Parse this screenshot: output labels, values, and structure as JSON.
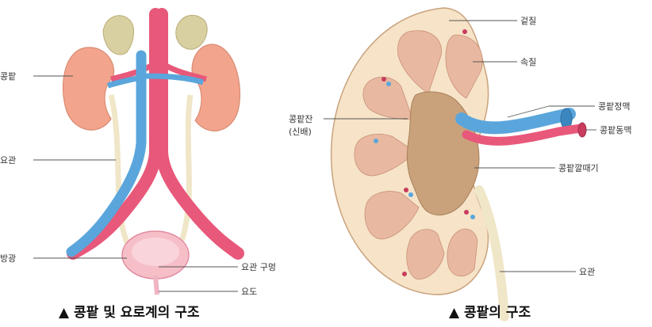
{
  "left_figure": {
    "labels": {
      "kidney": "콩팥",
      "ureter": "요관",
      "bladder": "방광",
      "ureteral_orifice": "요관 구멍",
      "urethra": "요도"
    },
    "caption": "▲ 콩팥 및 요로계의 구조"
  },
  "right_figure": {
    "labels": {
      "cortex": "겉질",
      "medulla": "속질",
      "renal_pelvis_line1": "콩팥잔",
      "renal_pelvis_line2": "(신배)",
      "renal_vein": "콩팥정맥",
      "renal_artery": "콩팥동맥",
      "renal_pelvis_funnel": "콩팥깔때기",
      "ureter": "요관"
    },
    "caption": "▲ 콩팥의 구조"
  },
  "colors": {
    "artery": "#e8587a",
    "vein": "#5aa6dc",
    "kidney": "#f2a58c",
    "adrenal": "#d8d0a0",
    "ureter": "#f0e6c8",
    "cortex": "#f6e3c8",
    "pyramid": "#e8b9a0",
    "pelvis": "#c9a27c"
  }
}
